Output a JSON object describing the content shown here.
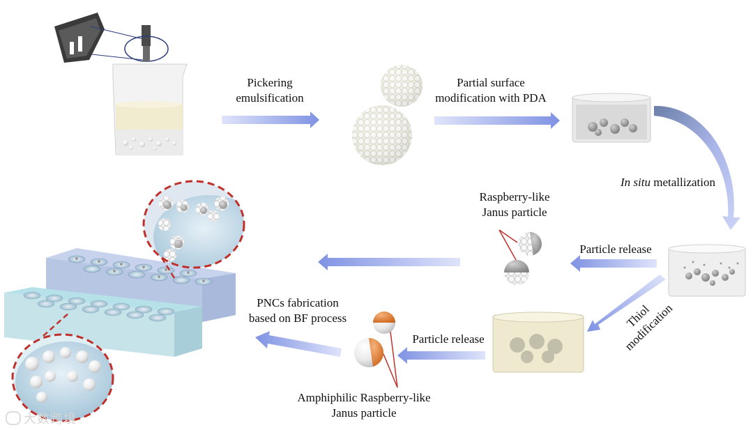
{
  "labels": {
    "pickering_1": "Pickering",
    "pickering_2": "emulsification",
    "pda_1": "Partial surface",
    "pda_2": "modification with PDA",
    "insitu_italic": "In situ",
    "insitu_rest": " metallization",
    "raspberry_1": "Raspberry-like",
    "raspberry_2": "Janus particle",
    "release_upper": "Particle release",
    "thiol_1": "Thiol",
    "thiol_2": "modification",
    "release_lower": "Particle release",
    "pncs_1": "PNCs fabrication",
    "pncs_2": "based on BF process",
    "amphiphilic_1": "Amphiphilic Raspberry-like",
    "amphiphilic_2": "Janus particle"
  },
  "watermark": "大数跨境",
  "colors": {
    "arrow": "#8e9ee6",
    "dashed_circle": "#c0302b",
    "pointer_line": "#c0302b",
    "orange_cap": "#e07a2e",
    "gray_cap": "#8c8c8c",
    "film_top": "#b9cbe4",
    "film_front": "#c9dce8",
    "film2_top": "#a9e0e6",
    "emulsion": "#f3efd6"
  }
}
